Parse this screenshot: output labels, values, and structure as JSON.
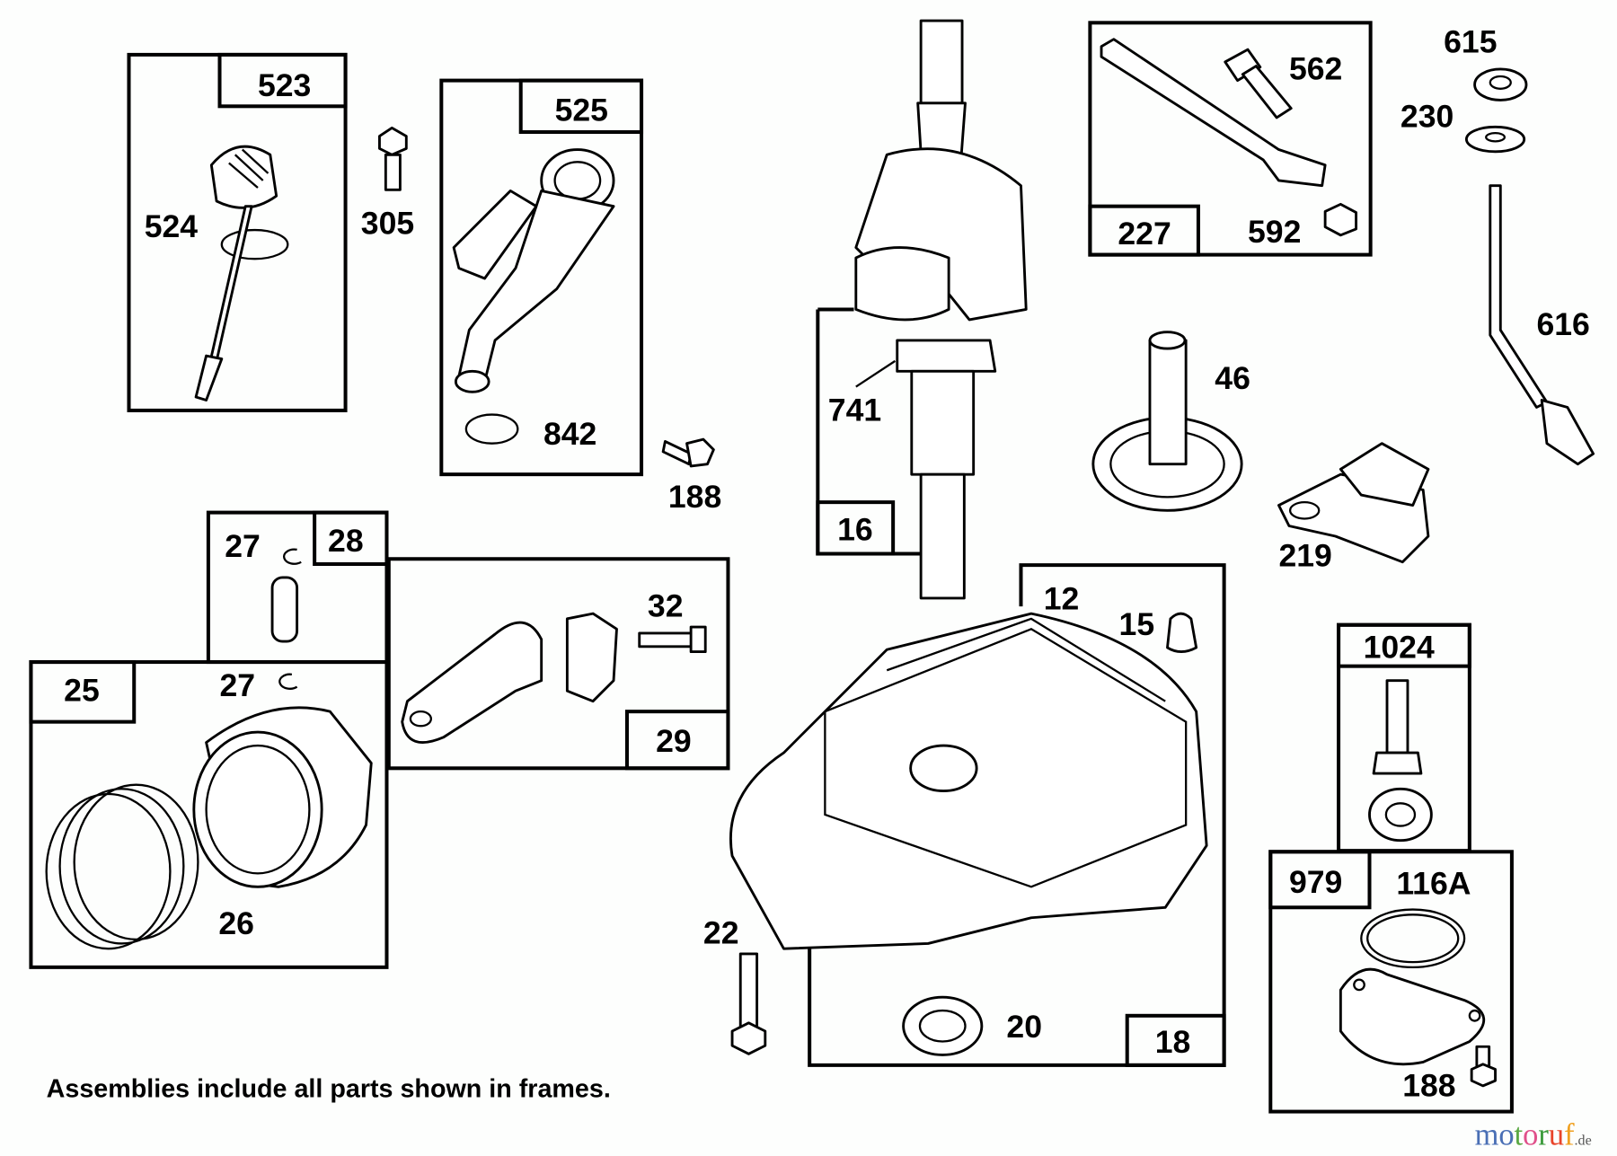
{
  "diagram": {
    "footnote": "Assemblies include all parts shown in frames.",
    "watermark": {
      "text": "motoruf",
      "suffix": ".de",
      "colors": [
        "#4a6fb5",
        "#4a6fb5",
        "#5aa843",
        "#e0508a",
        "#3a9a3a",
        "#e8442a",
        "#f0a020"
      ]
    },
    "frame_labels": {
      "f523": "523",
      "f525": "525",
      "f28": "28",
      "f29": "29",
      "f25": "25",
      "f16": "16",
      "f227": "227",
      "f18": "18",
      "f1024": "1024",
      "f979": "979"
    },
    "part_labels": {
      "p524": "524",
      "p305": "305",
      "p842": "842",
      "p188a": "188",
      "p27a": "27",
      "p32": "32",
      "p27b": "27",
      "p26": "26",
      "p741": "741",
      "p562": "562",
      "p592": "592",
      "p615": "615",
      "p230": "230",
      "p616": "616",
      "p46": "46",
      "p219": "219",
      "p12": "12",
      "p15": "15",
      "p20": "20",
      "p22": "22",
      "p116A": "116A",
      "p188b": "188"
    }
  }
}
